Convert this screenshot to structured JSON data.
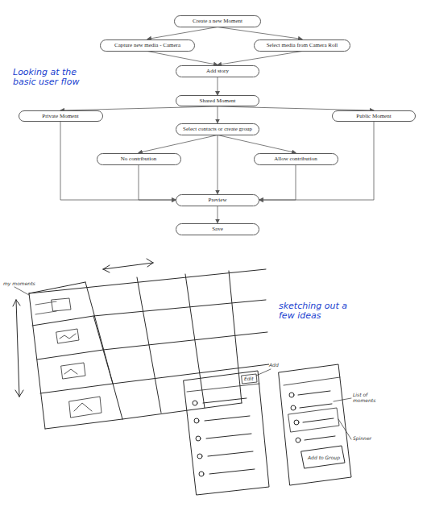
{
  "diagram": {
    "nodes": [
      {
        "text": [
          "Create a new Moment"
        ]
      },
      {
        "text": [
          "Capture new media - Camera"
        ]
      },
      {
        "text": [
          "Select media from Camera Roll"
        ]
      },
      {
        "text": [
          "Add story"
        ]
      },
      {
        "text": [
          "Shared Moment"
        ]
      },
      {
        "text": [
          "Private Moment"
        ]
      },
      {
        "text": [
          "Select contacts or create group"
        ]
      },
      {
        "text": [
          "Public Moment"
        ]
      },
      {
        "text": [
          "No contribution"
        ]
      },
      {
        "text": [
          "Allow contribution"
        ]
      },
      {
        "text": [
          "Preview"
        ]
      },
      {
        "text": [
          "Save"
        ]
      }
    ],
    "edges": [
      {
        "from": 0,
        "to": 1,
        "arrow": "to"
      },
      {
        "from": 0,
        "to": 2,
        "arrow": "to"
      },
      {
        "from": 1,
        "to": 3,
        "arrow": "to"
      },
      {
        "from": 2,
        "to": 3,
        "arrow": "to"
      },
      {
        "from": 3,
        "to": 4,
        "arrow": "to"
      },
      {
        "from": 4,
        "to": 5,
        "arrow": "to"
      },
      {
        "from": 4,
        "to": 6,
        "arrow": "to"
      },
      {
        "from": 4,
        "to": 7,
        "arrow": "to"
      },
      {
        "from": 6,
        "to": 8,
        "arrow": "to"
      },
      {
        "from": 6,
        "to": 9,
        "arrow": "to"
      },
      {
        "from": 5,
        "to": 10,
        "arrow": "to"
      },
      {
        "from": 8,
        "to": 10,
        "arrow": "to"
      },
      {
        "from": 6,
        "to": 10,
        "arrow": "to"
      },
      {
        "from": 9,
        "to": 10,
        "arrow": "to"
      },
      {
        "from": 7,
        "to": 10,
        "arrow": "to"
      },
      {
        "from": 10,
        "to": 11,
        "arrow": "to"
      }
    ],
    "labels": [
      "Looking at the basic user flow",
      "my moments",
      "sketching out a few ideas",
      "Edit",
      "Add",
      "List of moments",
      "Spinner",
      "Add to Group"
    ]
  }
}
